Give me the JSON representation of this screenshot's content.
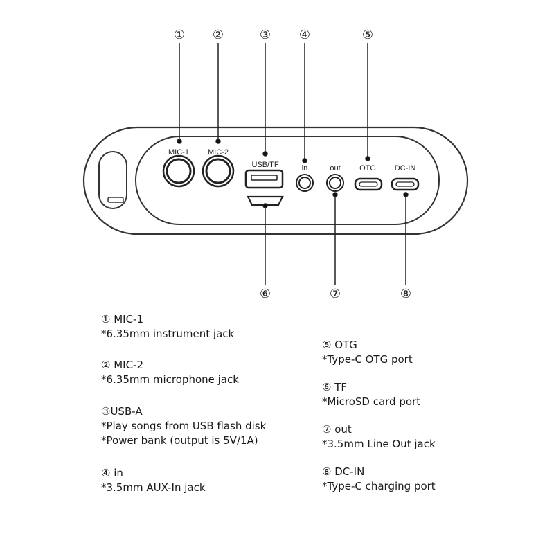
{
  "callouts": [
    {
      "number": "①"
    },
    {
      "number": "②"
    },
    {
      "number": "③"
    },
    {
      "number": "④"
    },
    {
      "number": "⑤"
    },
    {
      "number": "⑥"
    },
    {
      "number": "⑦"
    },
    {
      "number": "⑧"
    }
  ],
  "port_labels": {
    "mic1": "MIC-1",
    "mic2": "MIC-2",
    "usb_tf": "USB/TF",
    "in": "in",
    "out": "out",
    "otg": "OTG",
    "dc_in": "DC-IN"
  },
  "legend": {
    "left": [
      {
        "title": "① MIC-1",
        "lines": [
          "*6.35mm instrument jack"
        ]
      },
      {
        "title": "② MIC-2",
        "lines": [
          "*6.35mm microphone jack"
        ]
      },
      {
        "title": "③USB-A",
        "lines": [
          "*Play songs from USB flash disk",
          "*Power bank (output is 5V/1A)"
        ]
      },
      {
        "title": "④ in",
        "lines": [
          "*3.5mm AUX-In jack"
        ]
      }
    ],
    "right": [
      {
        "title": "⑤ OTG",
        "lines": [
          "*Type-C OTG port"
        ]
      },
      {
        "title": "⑥ TF",
        "lines": [
          "*MicroSD card port"
        ]
      },
      {
        "title": "⑦ out",
        "lines": [
          "*3.5mm Line Out jack"
        ]
      },
      {
        "title": "⑧ DC-IN",
        "lines": [
          "*Type-C charging port"
        ]
      }
    ]
  }
}
